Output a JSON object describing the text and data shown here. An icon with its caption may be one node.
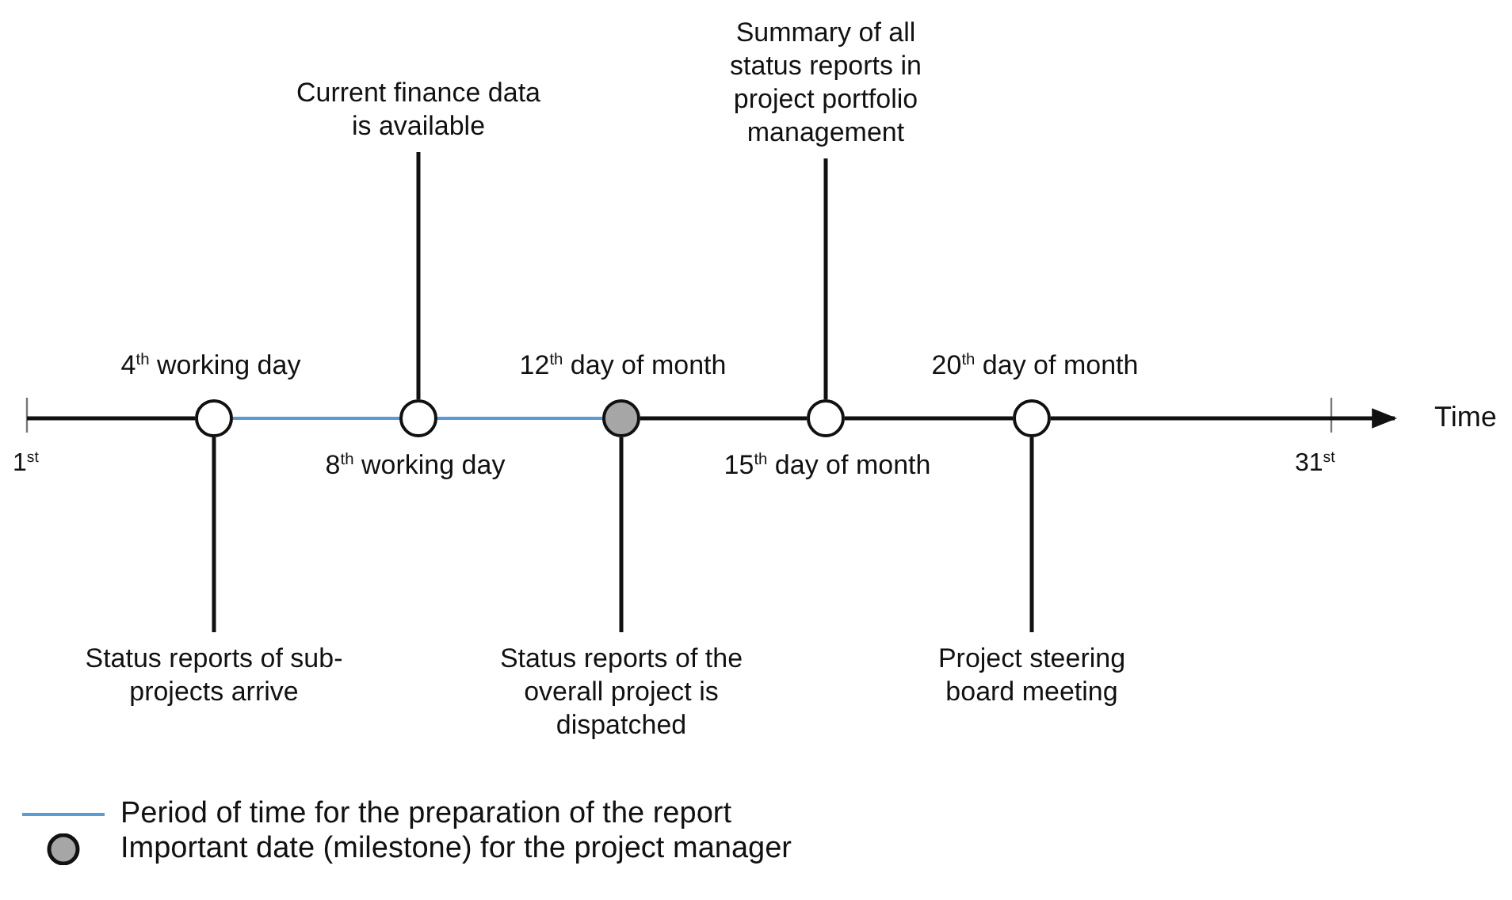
{
  "diagram": {
    "nodes": [
      {
        "text": [],
        "shape": "circle",
        "beside": [
          "4$^{th}$ working day"
        ]
      },
      {
        "text": [],
        "shape": "circle",
        "beside": [
          "8$^{th}$ working day"
        ]
      },
      {
        "text": [],
        "shape": "circle",
        "beside": [
          "12$^{th}$ day of month"
        ]
      },
      {
        "text": [],
        "shape": "circle",
        "beside": [
          "15$^{th}$ day of month"
        ]
      },
      {
        "text": [],
        "shape": "circle",
        "beside": [
          "20$^{th}$ day of month"
        ]
      },
      {
        "text": [
          "Current finance data is available"
        ]
      },
      {
        "text": [
          "Summary of all status reports in project portfolio management"
        ]
      },
      {
        "text": [
          "Status reports of sub-projects arrive"
        ]
      },
      {
        "text": [
          "Status reports of the overall project is dispatched"
        ]
      },
      {
        "text": [
          "Project steering board meeting"
        ]
      }
    ],
    "edges": [
      {
        "from": null,
        "to": 0,
        "arrow": "none"
      },
      {
        "from": 0,
        "to": 1,
        "arrow": "none",
        "color": "#5b9bd5"
      },
      {
        "from": 1,
        "to": 2,
        "arrow": "none",
        "color": "#5b9bd5"
      },
      {
        "from": 2,
        "to": 3,
        "arrow": "none"
      },
      {
        "from": 3,
        "to": 4,
        "arrow": "none"
      },
      {
        "from": 4,
        "to": null,
        "arrow": "to"
      },
      {
        "from": 5,
        "to": 1,
        "arrow": "none"
      },
      {
        "from": 6,
        "to": 3,
        "arrow": "none"
      },
      {
        "from": 0,
        "to": 7,
        "arrow": "none"
      },
      {
        "from": 2,
        "to": 8,
        "arrow": "none"
      },
      {
        "from": 4,
        "to": 9,
        "arrow": "none"
      }
    ],
    "labels": [
      "1$^{st}$",
      "31$^{st}$",
      "Time"
    ],
    "legend": [
      {
        "text": "Period of time for the preparation of the report",
        "color": "#5b9bd5"
      },
      {
        "text": "Important date (milestone) for the project manager",
        "color": "#a6a6a6"
      }
    ]
  }
}
